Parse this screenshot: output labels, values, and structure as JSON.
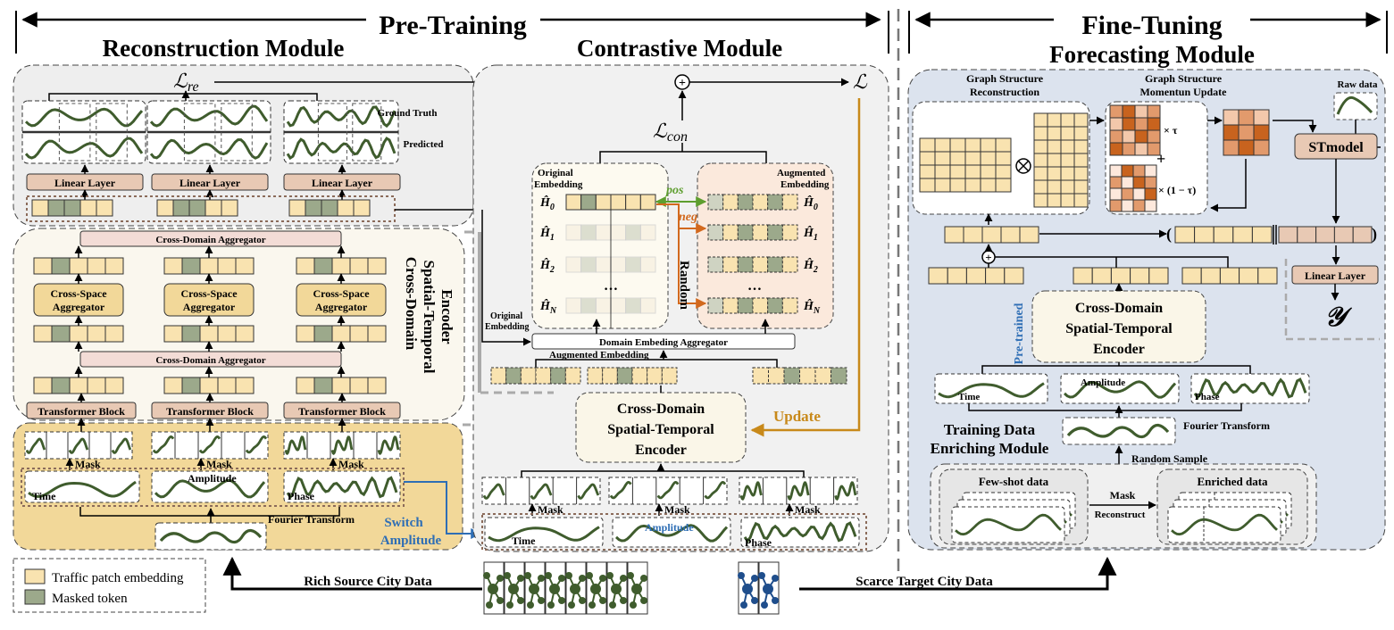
{
  "headings": {
    "pretraining": "Pre-Training",
    "finetuning": "Fine-Tuning",
    "reconstruction_module": "Reconstruction Module",
    "contrastive_module": "Contrastive Module",
    "forecasting_module": "Forecasting Module"
  },
  "reconstruction": {
    "loss": "ℒ",
    "loss_sub": "re",
    "ground_truth": "Ground Truth",
    "predicted": "Predicted",
    "linear_layer": "Linear Layer",
    "cross_domain_aggregator": "Cross-Domain Aggregator",
    "cross_space_aggregator_1": "Cross-Space",
    "cross_space_aggregator_2": "Aggregator",
    "transformer_block": "Transformer Block",
    "encoder_side_1": "Cross-Domain",
    "encoder_side_2": "Spatial-Temporal",
    "encoder_side_3": "Encoder",
    "mask": "Mask",
    "time": "Time",
    "amplitude": "Amplitude",
    "phase": "Phase",
    "fourier_transform": "Fourier Transform",
    "switch_1": "Switch",
    "switch_2": "Amplitude"
  },
  "contrastive": {
    "total_loss": "ℒ",
    "loss": "ℒ",
    "loss_sub": "con",
    "original_embedding_1": "Original",
    "original_embedding_2": "Embedding",
    "augmented_embedding_1": "Augmented",
    "augmented_embedding_2": "Embedding",
    "pos": "pos",
    "neg": "neg",
    "random": "Random",
    "h0": "Ĥ",
    "h_labels": [
      "0",
      "1",
      "2",
      "N"
    ],
    "dots": "…",
    "domain_embedding_aggregator": "Domain Embeding Aggregator",
    "original_embedding_side_1": "Original",
    "original_embedding_side_2": "Embedding",
    "augmented_embedding": "Augmented Embedding",
    "encoder_1": "Cross-Domain",
    "encoder_2": "Spatial-Temporal",
    "encoder_3": "Encoder",
    "update": "Update",
    "mask": "Mask",
    "time": "Time",
    "amplitude": "Amplitude",
    "phase": "Phase"
  },
  "finetuning": {
    "gs_reconstruction_1": "Graph Structure",
    "gs_reconstruction_2": "Reconstruction",
    "gs_momentum_1": "Graph Structure",
    "gs_momentum_2": "Momentun Update",
    "tau": "× τ",
    "one_minus_tau": "× (1 − τ)",
    "raw_data": "Raw data",
    "stmodel": "STmodel",
    "linear_layer": "Linear Layer",
    "output_y": "𝒴",
    "encoder_1": "Cross-Domain",
    "encoder_2": "Spatial-Temporal",
    "encoder_3": "Encoder",
    "pretrained": "Pre-trained",
    "time": "Time",
    "amplitude": "Amplitude",
    "phase": "Phase",
    "fourier_transform": "Fourier Transform",
    "enrich_1": "Training Data",
    "enrich_2": "Enriching Module",
    "random_sample": "Random Sample",
    "few_shot": "Few-shot data",
    "enriched": "Enriched data",
    "mask": "Mask",
    "reconstruct": "Reconstruct"
  },
  "bottom": {
    "rich_source": "Rich Source City Data",
    "scarce_target": "Scarce Target City Data",
    "legend_patch": "Traffic patch embedding",
    "legend_masked": "Masked token"
  },
  "colors": {
    "patch": "#f9e3b0",
    "masked": "#9ca98b",
    "wave": "#3f5c2d",
    "pink_box": "#e8c9b4",
    "orange": "#c8891a",
    "blue": "#2e6eb5",
    "pos": "#5e9e2f",
    "neg": "#d2691e"
  }
}
